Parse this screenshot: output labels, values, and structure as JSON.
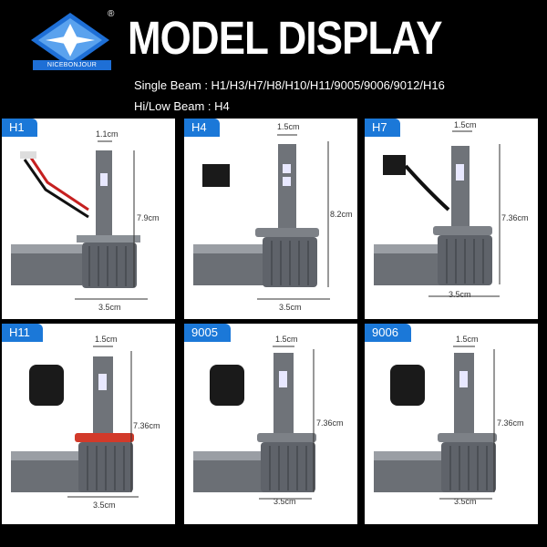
{
  "brand": {
    "name": "NICEBONJOUR",
    "registered": "®"
  },
  "header": {
    "title": "MODEL DISPLAY"
  },
  "beams": {
    "single": "Single Beam : H1/H3/H7/H8/H10/H11/9005/9006/9012/H16",
    "hilow": "Hi/Low Beam : H4"
  },
  "models": [
    {
      "label": "H1",
      "top_dim": "1.1cm",
      "height_dim": "7.9cm",
      "base_dim": "3.5cm"
    },
    {
      "label": "H4",
      "top_dim": "1.5cm",
      "height_dim": "8.2cm",
      "base_dim": "3.5cm"
    },
    {
      "label": "H7",
      "top_dim": "1.5cm",
      "height_dim": "7.36cm",
      "base_dim": "3.5cm"
    },
    {
      "label": "H11",
      "top_dim": "1.5cm",
      "height_dim": "7.36cm",
      "base_dim": "3.5cm"
    },
    {
      "label": "9005",
      "top_dim": "1.5cm",
      "height_dim": "7.36cm",
      "base_dim": "3.5cm"
    },
    {
      "label": "9006",
      "top_dim": "1.5cm",
      "height_dim": "7.36cm",
      "base_dim": "3.5cm"
    }
  ],
  "colors": {
    "accent": "#1b78d8",
    "background": "#000000",
    "ring_h11": "#d23a2a"
  }
}
